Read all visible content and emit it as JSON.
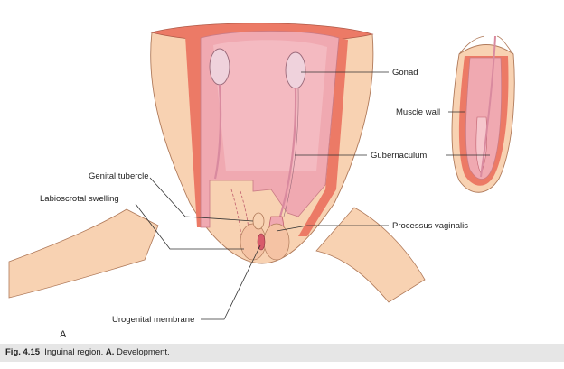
{
  "labels": {
    "gonad": "Gonad",
    "muscle_wall": "Muscle wall",
    "gubernaculum": "Gubernaculum",
    "genital_tubercle": "Genital tubercle",
    "labioscrotal_swelling": "Labioscrotal swelling",
    "processus_vaginalis": "Processus vaginalis",
    "urogenital_membrane": "Urogenital membrane",
    "panel_letter": "A"
  },
  "caption": {
    "fig_number": "Fig. 4.15",
    "title": "Inguinal region.",
    "panel": "A.",
    "panel_text": "Development."
  },
  "colors": {
    "skin": "#f8d2b2",
    "skin_outline": "#b07a5a",
    "muscle": "#ec7a66",
    "cavity": "#f0a9b1",
    "cavity_light": "#f6c6cc",
    "gonad": "#efd2dc",
    "gubernaculum": "#d98a9f",
    "caption_bg": "#e6e6e6"
  }
}
